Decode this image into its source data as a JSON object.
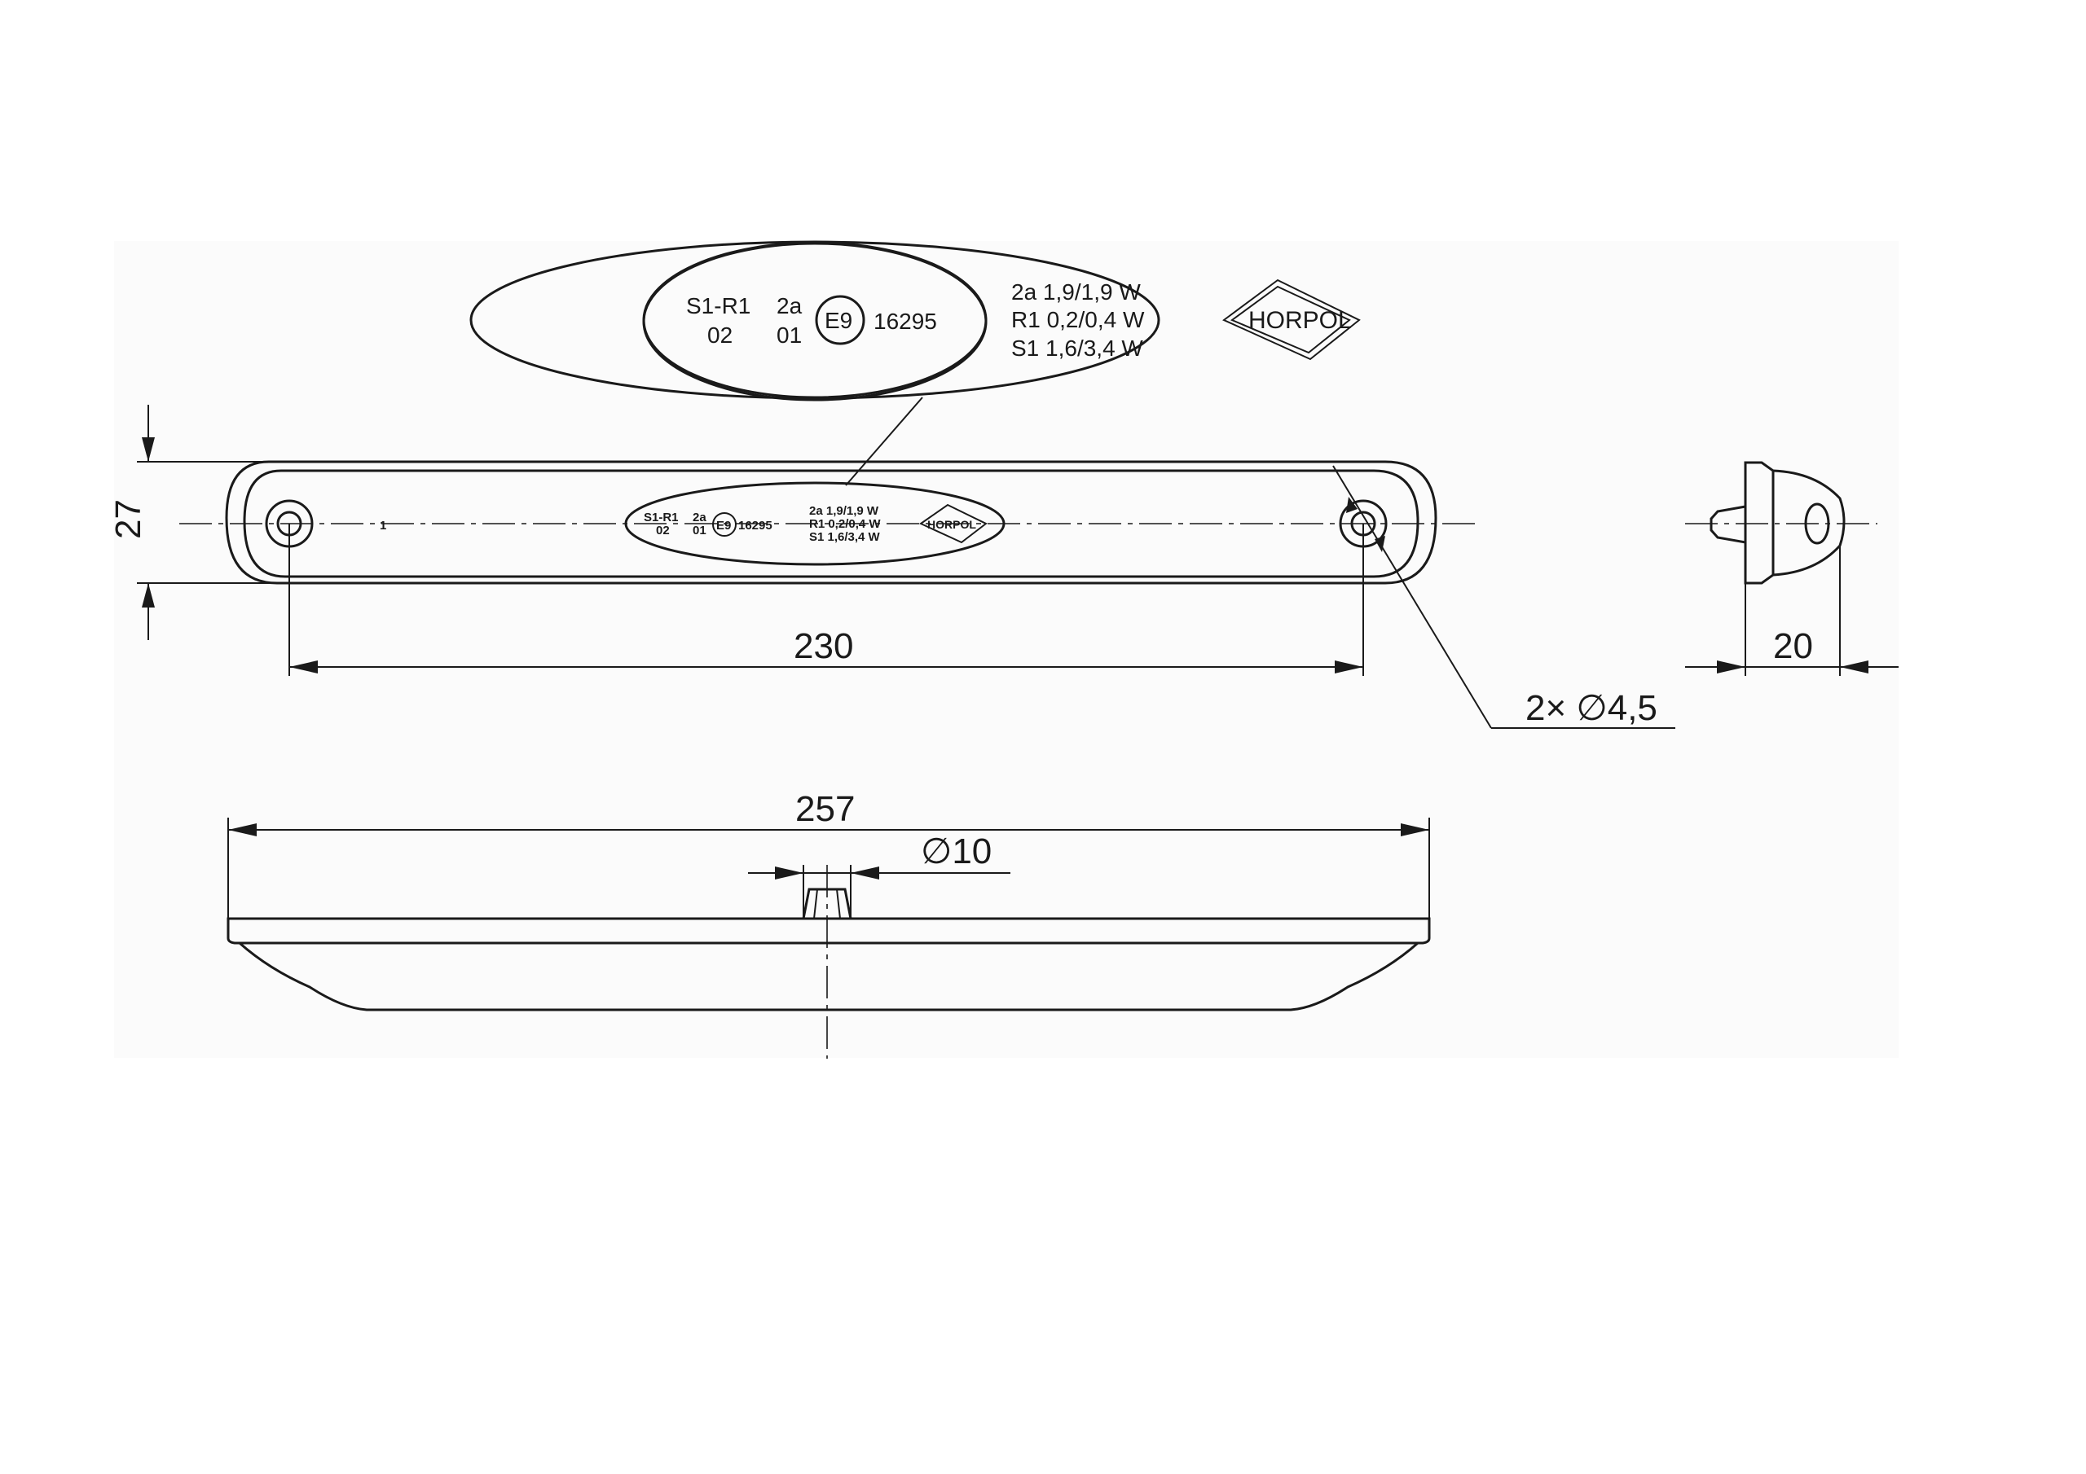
{
  "dimensions": {
    "height": "27",
    "hole_spacing": "230",
    "depth": "20",
    "holes": "2× ∅4,5",
    "total_length": "257",
    "connector_diameter": "∅10"
  },
  "marking": {
    "line1_left": "S1-R1",
    "line1_mid": "2a",
    "line2_left": "02",
    "line2_mid": "01",
    "approval_mark": "E9",
    "approval_number": "16295",
    "ratings": [
      "2a  1,9/1,9 W",
      "R1  0,2/0,4 W",
      "S1  1,6/3,4 W"
    ],
    "brand": "HORPOL"
  },
  "part_number_mark": "1"
}
